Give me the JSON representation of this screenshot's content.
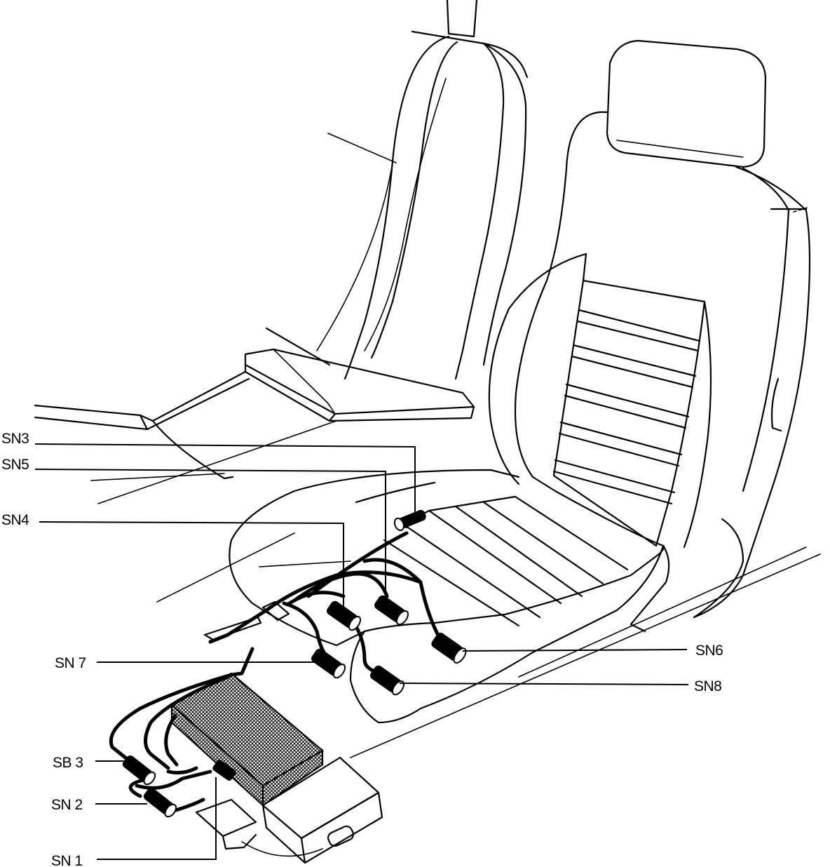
{
  "diagram": {
    "labels": {
      "sn3": "SN3",
      "sn5": "SN5",
      "sn4": "SN4",
      "sn7": "SN 7",
      "sb3": "SB 3",
      "sn2": "SN 2",
      "sn1": "SN 1",
      "sn6": "SN6",
      "sn8": "SN8"
    }
  }
}
